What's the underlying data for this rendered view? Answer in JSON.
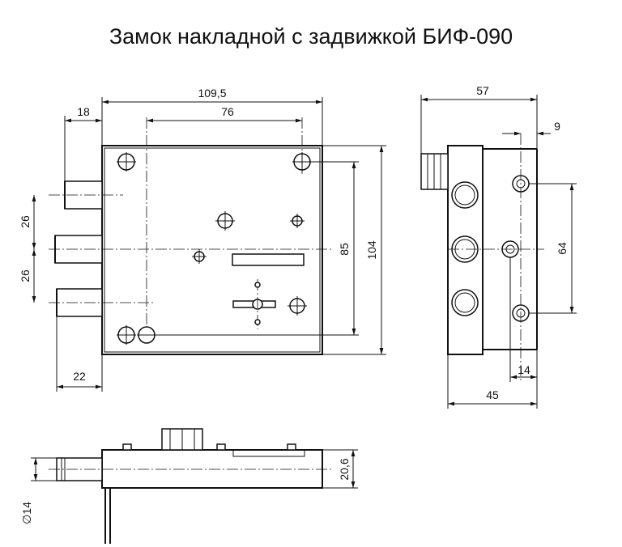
{
  "title": "Замок накладной с задвижкой БИФ-090",
  "dimensions": {
    "front_width": "109,5",
    "front_hole_spacing": "76",
    "bolt_offset": "18",
    "bolt_pitch_upper": "26",
    "bolt_pitch_lower": "26",
    "bolt_base": "22",
    "inner_height": "85",
    "total_height": "104",
    "side_total": "57",
    "side_offset": "9",
    "side_hole_spacing": "64",
    "side_bottom": "14",
    "side_body": "45",
    "bottom_thickness": "20,6",
    "bolt_diameter": "∅14"
  }
}
